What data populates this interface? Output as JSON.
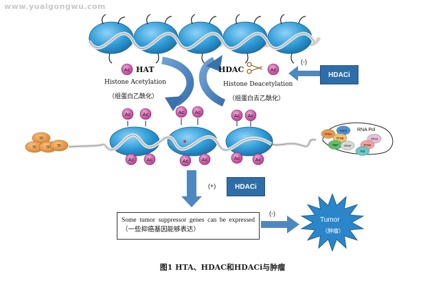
{
  "watermark": "www.yuaigongwu.com",
  "hat_label": "HAT",
  "hat_sub": "Histone Acetylation",
  "hat_sub_cn": "（组蛋白乙酰化）",
  "hdac_label": "HDAC",
  "hdac_sub": "Histone Deacetylation",
  "hdac_sub_cn": "（组蛋白去乙酰化）",
  "hdaci_top": "HDACi",
  "hdaci_top_sign": "(-)",
  "hdaci_mid": "HDACi",
  "hdaci_mid_sign": "(+)",
  "ac_text": "Ac",
  "tf_text": "TF",
  "tfs": [
    "TFIIA",
    "TAFs",
    "TFIIB",
    "TBP",
    "TFIIF",
    "TFIIJ",
    "TFIIE",
    "Pol"
  ],
  "rna_pol": "RNA Pol",
  "box_text": "Some tumor suppressor genes can be expressed（一些抑癌基因能够表达）",
  "box_sign": "(-)",
  "tumor_label": "Tumor",
  "tumor_cn": "（肿瘤）",
  "caption": "图1  HTA、HDAC和HDACi与肿瘤",
  "colors": {
    "nucleosome": "#3aa6dc",
    "ac_circle": "#c6409e",
    "hdaci_box": "#2e6ea8",
    "arrow": "#4e88c0",
    "tumor": "#2a86c8",
    "tf": "#e89a4a"
  }
}
